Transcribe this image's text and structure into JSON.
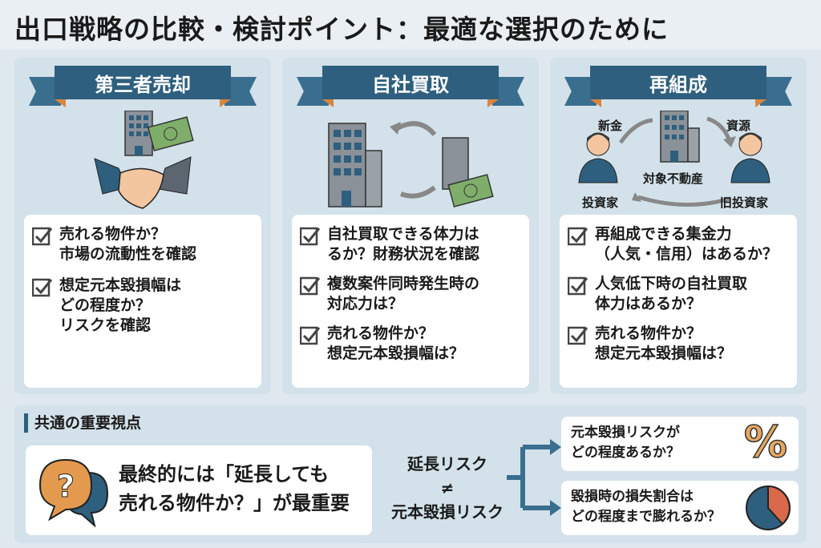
{
  "title": "出口戦略の比較・検討ポイント：最適な選択のために",
  "panels": [
    {
      "heading": "第三者売却",
      "checks": [
        "売れる物件か？\n市場の流動性を確認",
        "想定元本毀損幅は\nどの程度か？\nリスクを確認"
      ]
    },
    {
      "heading": "自社買取",
      "checks": [
        "自社買取できる体力は\nるか？財務状況を確認",
        "複数案件同時発生時の\n対応力は？",
        "売れる物件か？\n想定元本毀損幅は？"
      ]
    },
    {
      "heading": "再組成",
      "labels": {
        "new_money": "新金",
        "source": "資源",
        "property": "対象不動産",
        "investor": "投資家",
        "old_investor": "旧投資家"
      },
      "checks": [
        "再組成できる集金力\n（人気・信用）はあるか？",
        "人気低下時の自社買取\n体力はあるか？",
        "売れる物件か？\n想定元本毀損幅は？"
      ]
    }
  ],
  "common": {
    "heading": "共通の重要視点",
    "key_message": "最終的には「延長しても\n売れる物件か？」が最重要",
    "comparison": {
      "top": "延長リスク",
      "symbol": "≠",
      "bottom": "元本毀損リスク"
    },
    "points": [
      "元本毀損リスクが\nどの程度あるか？",
      "毀損時の損失割合は\nどの程度まで膨れるか？"
    ],
    "percent_symbol": "%"
  },
  "colors": {
    "navy": "#2e5f7e",
    "orange": "#e39a4e",
    "panel": "#d3e1ea"
  }
}
